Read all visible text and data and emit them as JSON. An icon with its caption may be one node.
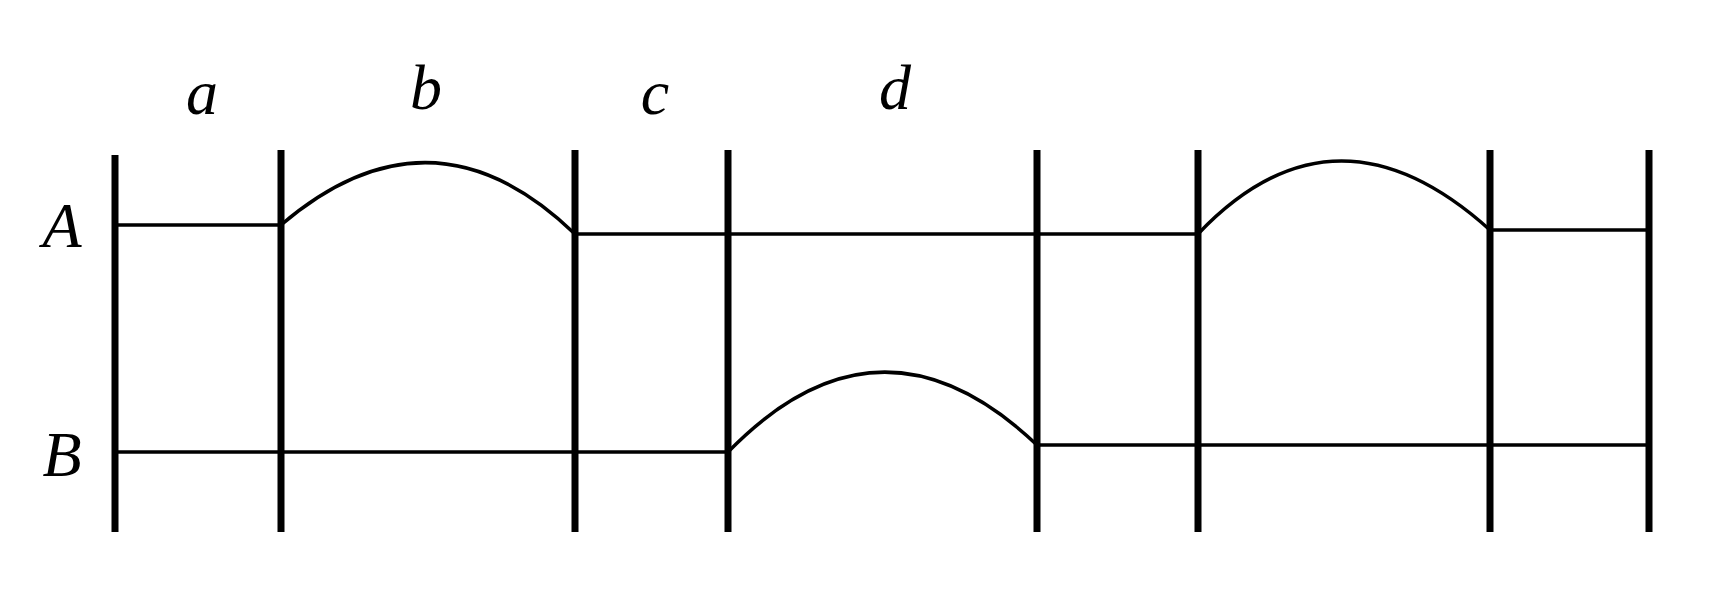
{
  "diagram": {
    "labels": [
      "a",
      "b",
      "c",
      "d",
      "A",
      "B"
    ]
  }
}
